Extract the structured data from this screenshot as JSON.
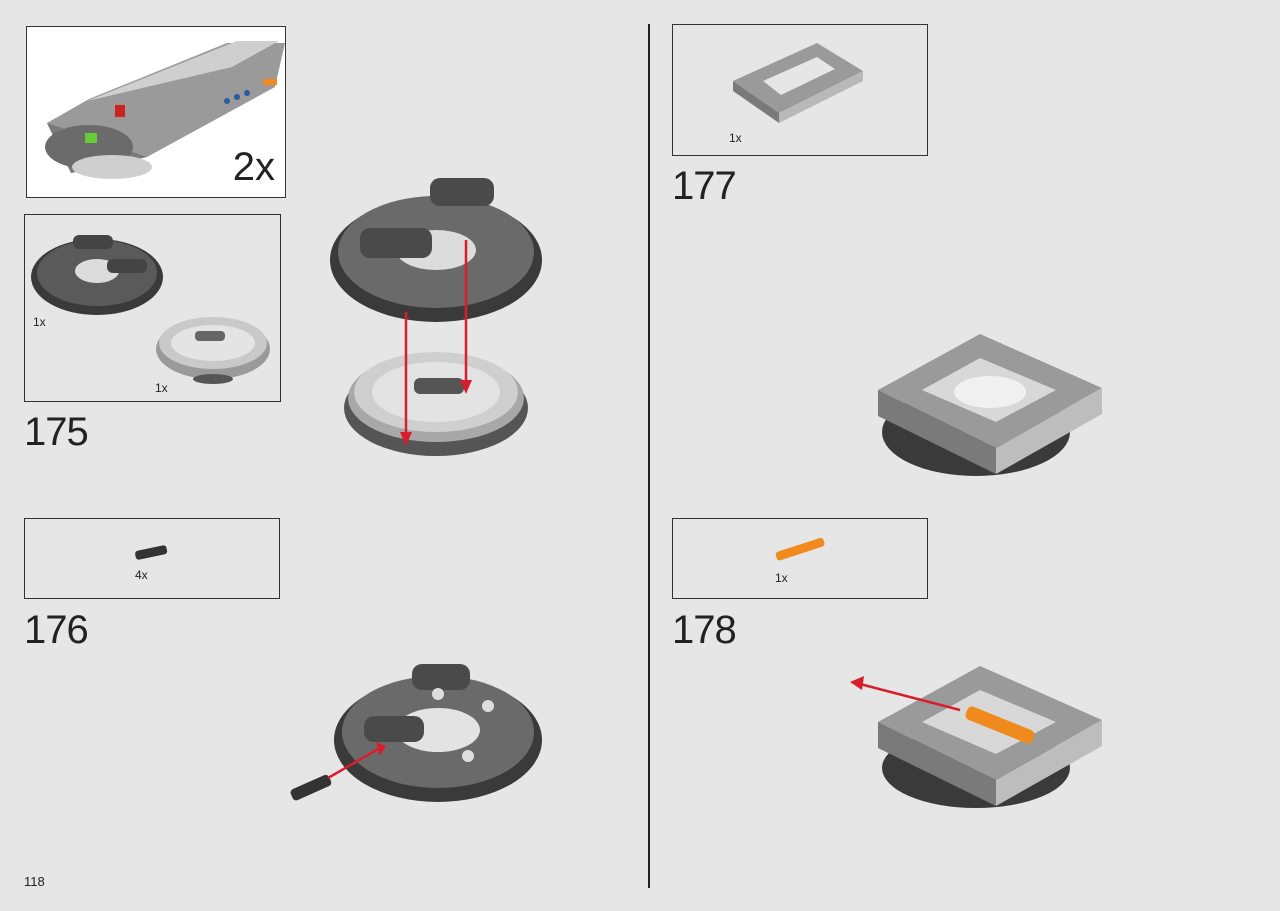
{
  "page": {
    "number": "118"
  },
  "submodel": {
    "multiplier": "2x"
  },
  "steps": [
    {
      "number": "175",
      "parts": [
        {
          "qty": "1x",
          "icon": "gear-turntable-top-icon"
        },
        {
          "qty": "1x",
          "icon": "turntable-base-icon"
        }
      ]
    },
    {
      "number": "176",
      "parts": [
        {
          "qty": "4x",
          "icon": "axle-pin-black-icon"
        }
      ]
    },
    {
      "number": "177",
      "parts": [
        {
          "qty": "1x",
          "icon": "frame-5x7-icon"
        }
      ]
    },
    {
      "number": "178",
      "parts": [
        {
          "qty": "1x",
          "icon": "axle-pin-orange-icon"
        }
      ]
    }
  ],
  "colors": {
    "arrow": "#d81e2c",
    "part_dark": "#5a5a5a",
    "part_light": "#bdbdbd",
    "accent_orange": "#f08a1c"
  }
}
